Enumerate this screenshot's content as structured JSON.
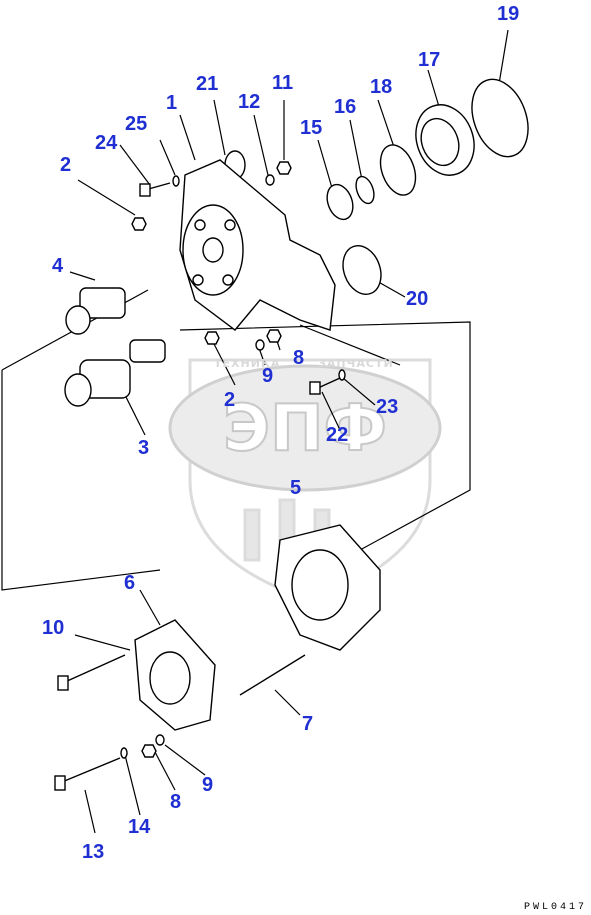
{
  "callouts": {
    "c1": "1",
    "c2a": "2",
    "c2b": "2",
    "c3": "3",
    "c4": "4",
    "c5": "5",
    "c6": "6",
    "c7": "7",
    "c8a": "8",
    "c8b": "8",
    "c9a": "9",
    "c9b": "9",
    "c10": "10",
    "c11": "11",
    "c12": "12",
    "c13": "13",
    "c14": "14",
    "c15": "15",
    "c16": "16",
    "c17": "17",
    "c18": "18",
    "c19": "19",
    "c20": "20",
    "c21": "21",
    "c22": "22",
    "c23": "23",
    "c24": "24",
    "c25": "25"
  },
  "drawing_code": "PWL0417",
  "watermark": {
    "left_word": "ТЕХНИКА",
    "right_word": "ЗАПЧАСТИ",
    "logo": "ЭПФ"
  },
  "colors": {
    "callout": "#1f2fd2",
    "line": "#000000",
    "watermark": "#d9d9d9"
  }
}
